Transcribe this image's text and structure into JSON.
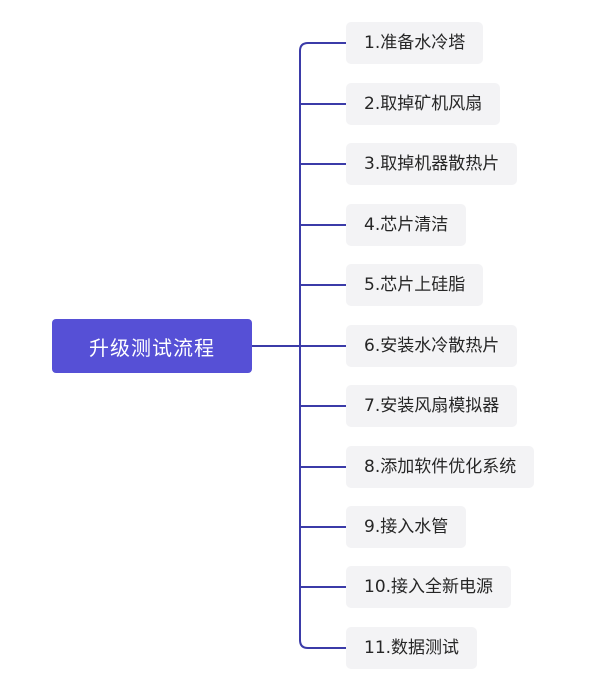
{
  "mindmap": {
    "root": {
      "label": "升级测试流程"
    },
    "steps": [
      {
        "label": "1.准备水冷塔"
      },
      {
        "label": "2.取掉矿机风扇"
      },
      {
        "label": "3.取掉机器散热片"
      },
      {
        "label": "4.芯片清洁"
      },
      {
        "label": "5.芯片上硅脂"
      },
      {
        "label": "6.安装水冷散热片"
      },
      {
        "label": "7.安装风扇模拟器"
      },
      {
        "label": "8.添加软件优化系统"
      },
      {
        "label": "9.接入水管"
      },
      {
        "label": "10.接入全新电源"
      },
      {
        "label": "11.数据测试"
      }
    ]
  },
  "colors": {
    "root_fill": "#5650d6",
    "connector": "#3b3ba8",
    "step_fill": "#f3f3f5",
    "step_text": "#262626"
  }
}
